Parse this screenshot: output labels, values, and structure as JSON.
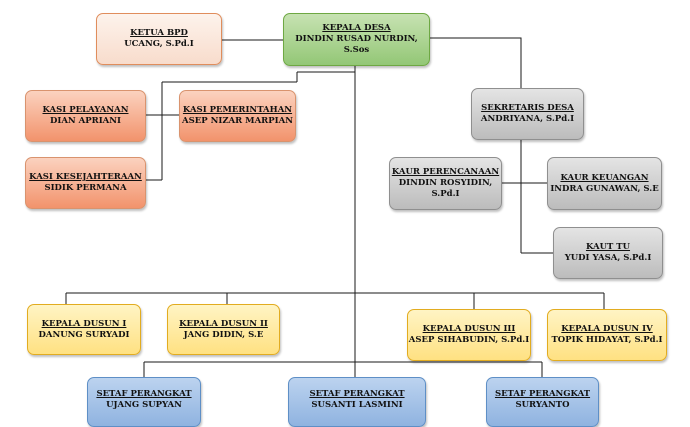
{
  "nodes": {
    "kepala_desa": {
      "title": "KEPALA DESA",
      "name": "DINDIN RUSAD NURDIN, S.Sos"
    },
    "ketua_bpd": {
      "title": "KETUA BPD",
      "name": "UCANG, S.Pd.I"
    },
    "kasi_pelayanan": {
      "title": "KASI PELAYANAN",
      "name": "DIAN APRIANI"
    },
    "kasi_pemerintahan": {
      "title": "KASI PEMERINTAHAN",
      "name": "ASEP NIZAR MARPIAN"
    },
    "kasi_kesejahteraan": {
      "title": "KASI KESEJAHTERAAN",
      "name": "SIDIK PERMANA"
    },
    "sekretaris_desa": {
      "title": "SEKRETARIS DESA",
      "name": "ANDRIYANA, S.Pd.I"
    },
    "kaur_perencanaan": {
      "title": "KAUR PERENCANAAN",
      "name": "DINDIN ROSYIDIN, S.Pd.I"
    },
    "kaur_keuangan": {
      "title": "KAUR KEUANGAN",
      "name": "INDRA GUNAWAN, S.E"
    },
    "kaut_tu": {
      "title": "KAUT TU",
      "name": "YUDI YASA, S.Pd.I"
    },
    "kadus_1": {
      "title": "KEPALA DUSUN I",
      "name": "DANUNG SURYADI"
    },
    "kadus_2": {
      "title": "KEPALA DUSUN II",
      "name": "JANG DIDIN, S.E"
    },
    "kadus_3": {
      "title": "KEPALA DUSUN III",
      "name": "ASEP SIHABUDIN, S.Pd.I"
    },
    "kadus_4": {
      "title": "KEPALA DUSUN IV",
      "name": "TOPIK HIDAYAT, S.Pd.I"
    },
    "setaf_1": {
      "title": "SETAF PERANGKAT",
      "name": "UJANG SUPYAN"
    },
    "setaf_2": {
      "title": "SETAF PERANGKAT",
      "name": "SUSANTI LASMINI"
    },
    "setaf_3": {
      "title": "SETAF PERANGKAT",
      "name": "SURYANTO"
    }
  },
  "colors": {
    "line": "#1a1a1a",
    "head": "#93c776",
    "bpd": "#f8dccc",
    "kasi": "#f2936c",
    "sekretariat": "#bcbcbc",
    "dusun": "#ffe182",
    "staff": "#8fb3e0"
  }
}
